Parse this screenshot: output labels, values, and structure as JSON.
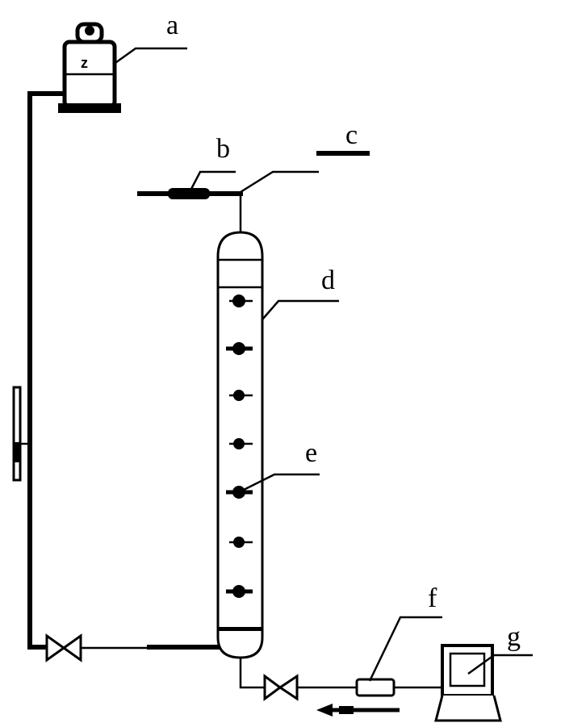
{
  "labels": {
    "a": "a",
    "b": "b",
    "c": "c",
    "d": "d",
    "e": "e",
    "f": "f",
    "g": "g"
  },
  "colors": {
    "line": "#000000",
    "background": "#ffffff"
  }
}
